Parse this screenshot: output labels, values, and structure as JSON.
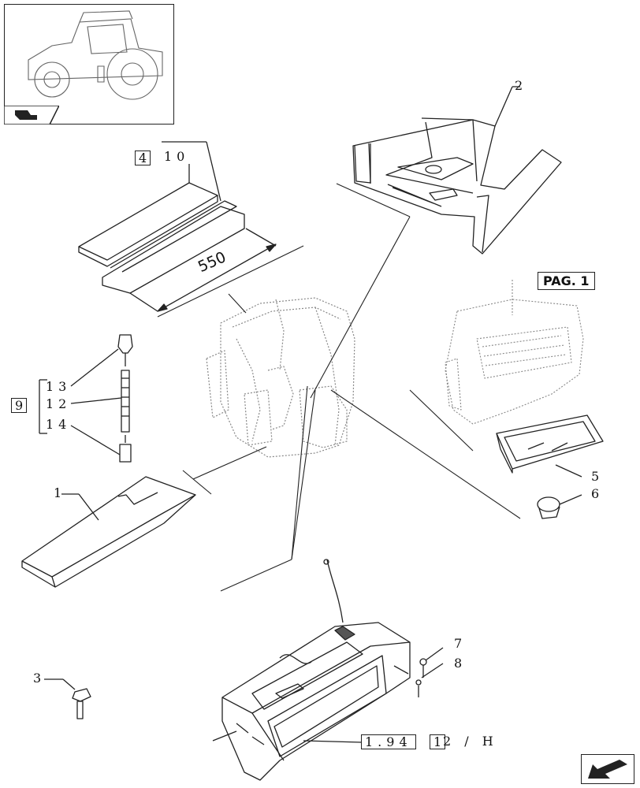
{
  "thumbnail": {
    "icon": "tractor-icon"
  },
  "corner_icon": "tractor-section-icon",
  "labels": {
    "p1": "1",
    "p2": "2",
    "p3": "3",
    "p5": "5",
    "p6": "6",
    "p7": "7",
    "p8": "8"
  },
  "groups": {
    "g4_box": "4",
    "g4_ref": "10",
    "g9_box": "9",
    "g9_13": "13",
    "g9_12": "12",
    "g9_14": "14"
  },
  "dimension": "550",
  "page_ref": "PAG. 1",
  "ref_code": {
    "a": "1.94",
    "b": "1",
    "c": "2 / H"
  },
  "nav_icon": "next-page-arrow-icon"
}
